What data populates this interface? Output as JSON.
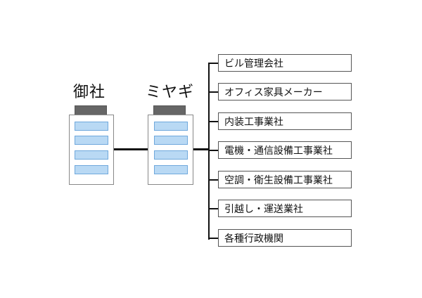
{
  "client": {
    "label": "御社"
  },
  "company": {
    "label": "ミヤギ"
  },
  "vendors": [
    {
      "label": "ビル管理会社"
    },
    {
      "label": "オフィス家具メーカー"
    },
    {
      "label": "内装工事業社"
    },
    {
      "label": "電機・通信設備工事業社"
    },
    {
      "label": "空調・衛生設備工事業社"
    },
    {
      "label": "引越し・運送業社"
    },
    {
      "label": "各種行政機関"
    }
  ],
  "colors": {
    "roof": "#666666",
    "window": "#b9d9f4",
    "line": "#111111"
  }
}
